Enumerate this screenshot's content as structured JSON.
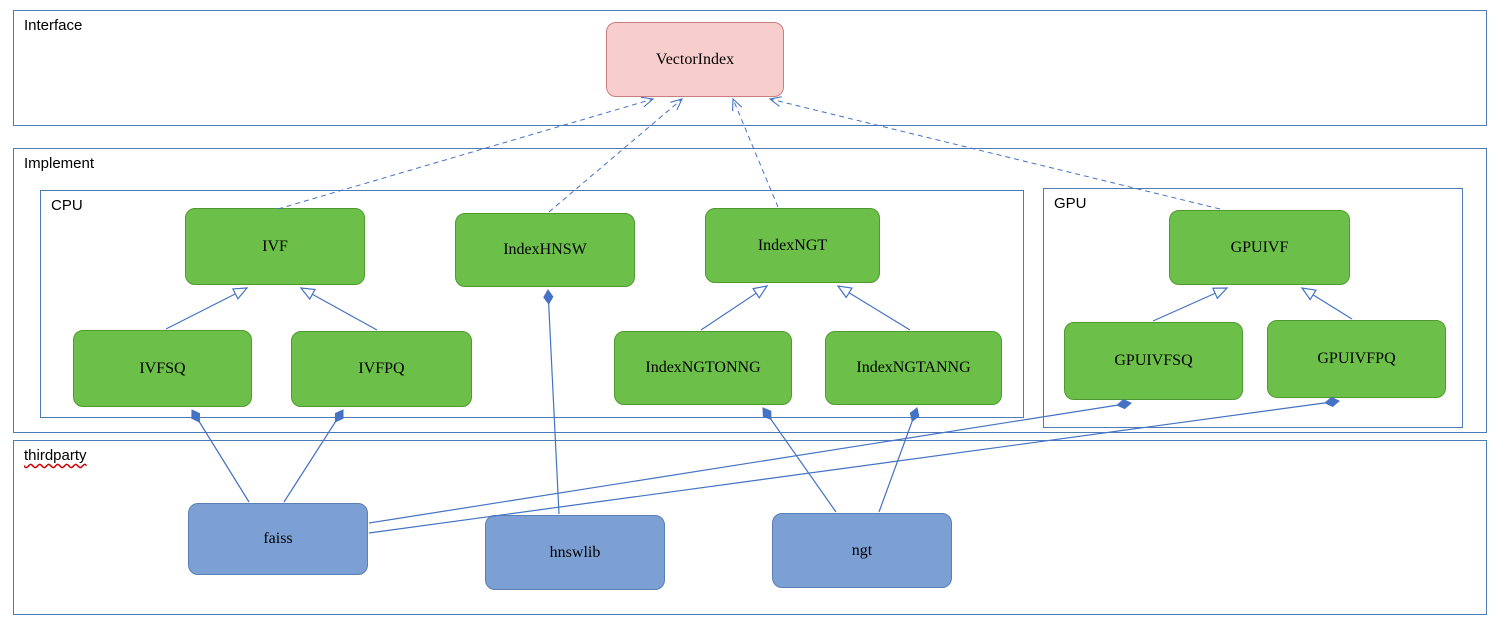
{
  "diagram": {
    "groups": {
      "interface": {
        "label": "Interface"
      },
      "implement": {
        "label": "Implement"
      },
      "cpu": {
        "label": "CPU"
      },
      "gpu": {
        "label": "GPU"
      },
      "thirdparty": {
        "label": "thirdparty"
      }
    },
    "nodes": {
      "vectorindex": {
        "label": "VectorIndex",
        "group": "interface"
      },
      "ivf": {
        "label": "IVF",
        "group": "cpu"
      },
      "indexhnsw": {
        "label": "IndexHNSW",
        "group": "cpu"
      },
      "indexngt": {
        "label": "IndexNGT",
        "group": "cpu"
      },
      "ivfsq": {
        "label": "IVFSQ",
        "group": "cpu"
      },
      "ivfpq": {
        "label": "IVFPQ",
        "group": "cpu"
      },
      "indexngtonng": {
        "label": "IndexNGTONNG",
        "group": "cpu"
      },
      "indexngtanng": {
        "label": "IndexNGTANNG",
        "group": "cpu"
      },
      "gpuivf": {
        "label": "GPUIVF",
        "group": "gpu"
      },
      "gpuivfsq": {
        "label": "GPUIVFSQ",
        "group": "gpu"
      },
      "gpuivfpq": {
        "label": "GPUIVFPQ",
        "group": "gpu"
      },
      "faiss": {
        "label": "faiss",
        "group": "thirdparty"
      },
      "hnswlib": {
        "label": "hnswlib",
        "group": "thirdparty"
      },
      "ngt": {
        "label": "ngt",
        "group": "thirdparty"
      }
    },
    "edges": [
      {
        "from": "IVF",
        "to": "VectorIndex",
        "type": "realization"
      },
      {
        "from": "IndexHNSW",
        "to": "VectorIndex",
        "type": "realization"
      },
      {
        "from": "IndexNGT",
        "to": "VectorIndex",
        "type": "realization"
      },
      {
        "from": "GPUIVF",
        "to": "VectorIndex",
        "type": "realization"
      },
      {
        "from": "IVFSQ",
        "to": "IVF",
        "type": "inheritance"
      },
      {
        "from": "IVFPQ",
        "to": "IVF",
        "type": "inheritance"
      },
      {
        "from": "IndexNGTONNG",
        "to": "IndexNGT",
        "type": "inheritance"
      },
      {
        "from": "IndexNGTANNG",
        "to": "IndexNGT",
        "type": "inheritance"
      },
      {
        "from": "GPUIVFSQ",
        "to": "GPUIVF",
        "type": "inheritance"
      },
      {
        "from": "GPUIVFPQ",
        "to": "GPUIVF",
        "type": "inheritance"
      },
      {
        "from": "faiss",
        "to": "IVFSQ",
        "type": "composition"
      },
      {
        "from": "faiss",
        "to": "IVFPQ",
        "type": "composition"
      },
      {
        "from": "faiss",
        "to": "GPUIVFSQ",
        "type": "composition"
      },
      {
        "from": "faiss",
        "to": "GPUIVFPQ",
        "type": "composition"
      },
      {
        "from": "hnswlib",
        "to": "IndexHNSW",
        "type": "composition"
      },
      {
        "from": "ngt",
        "to": "IndexNGTONNG",
        "type": "composition"
      },
      {
        "from": "ngt",
        "to": "IndexNGTANNG",
        "type": "composition"
      }
    ],
    "colors": {
      "container_border": "#4d7bb5",
      "edge": "#4472c4",
      "interface_fill": "#f8cecc",
      "interface_border": "#c97f7d",
      "implementation_fill": "#6cc04a",
      "implementation_border": "#4e9a2e",
      "thirdparty_fill": "#7da0d4",
      "thirdparty_border": "#5b7fb5"
    }
  }
}
